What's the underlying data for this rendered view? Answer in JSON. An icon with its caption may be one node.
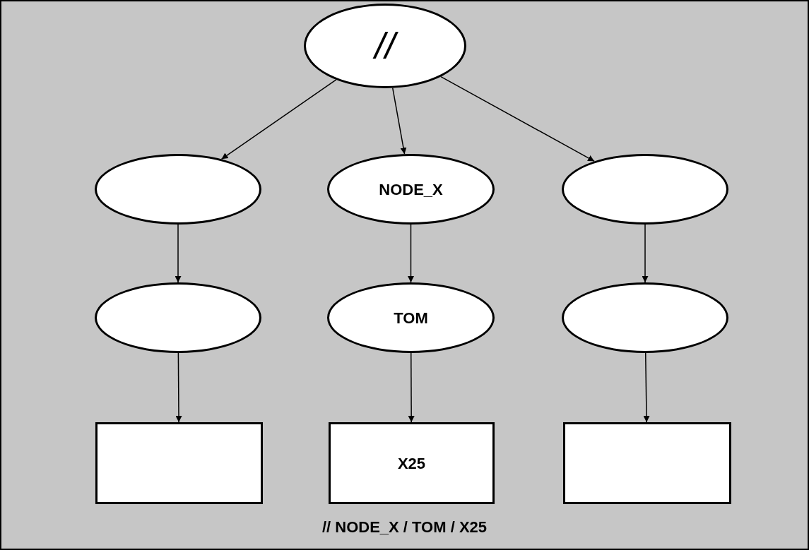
{
  "diagram": {
    "nodes": [
      {
        "text": [
          "//"
        ]
      },
      {
        "text": [],
        "shape": "ellipse"
      },
      {
        "text": [
          "NODE_X"
        ]
      },
      {
        "text": [],
        "shape": "ellipse"
      },
      {
        "text": [],
        "shape": "ellipse"
      },
      {
        "text": [
          "TOM"
        ]
      },
      {
        "text": [],
        "shape": "ellipse"
      },
      {
        "text": [],
        "shape": "box"
      },
      {
        "text": [
          "X25"
        ]
      },
      {
        "text": [],
        "shape": "box"
      }
    ],
    "edges": [
      {
        "from": 0,
        "to": 1,
        "arrow": "to"
      },
      {
        "from": 0,
        "to": 2,
        "arrow": "to"
      },
      {
        "from": 0,
        "to": 3,
        "arrow": "to"
      },
      {
        "from": 1,
        "to": 4,
        "arrow": "to"
      },
      {
        "from": 2,
        "to": 5,
        "arrow": "to"
      },
      {
        "from": 3,
        "to": 6,
        "arrow": "to"
      },
      {
        "from": 4,
        "to": 7,
        "arrow": "to"
      },
      {
        "from": 5,
        "to": 8,
        "arrow": "to"
      },
      {
        "from": 6,
        "to": 9,
        "arrow": "to"
      }
    ],
    "labels": [
      "// NODE_X / TOM / X25"
    ]
  }
}
